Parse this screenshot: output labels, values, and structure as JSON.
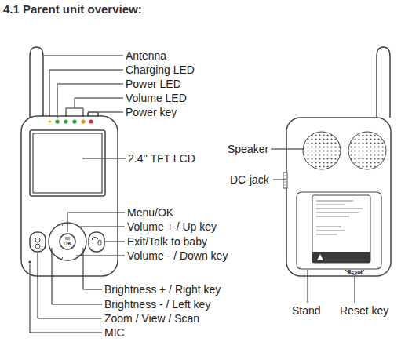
{
  "diagram": {
    "title": "4.1 Parent unit overview:",
    "labels": [
      "Antenna",
      "Charging LED",
      "Power LED",
      "Volume LED",
      "Power key",
      "2.4'' TFT LCD",
      "Menu/OK",
      "Volume + / Up key",
      "Exit/Talk to baby",
      "Volume - / Down key",
      "Brightness + / Right key",
      "Brightness - / Left key",
      "Zoom / View / Scan",
      "MIC",
      "Speaker",
      "DC-jack",
      "Stand",
      "Reset key",
      "OK",
      "Reset"
    ]
  }
}
